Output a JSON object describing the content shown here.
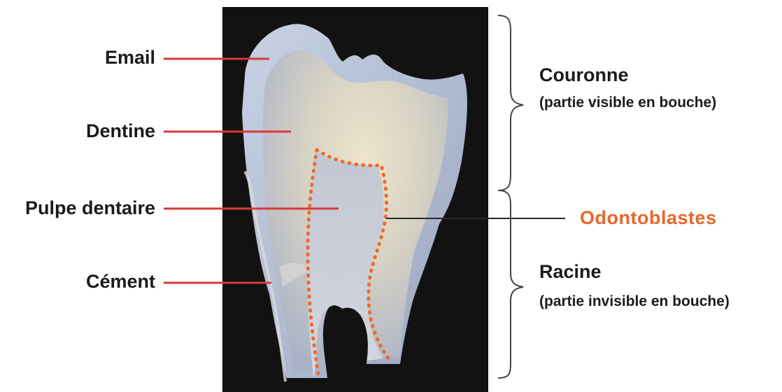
{
  "labels": {
    "email": "Email",
    "dentine": "Dentine",
    "pulpe": "Pulpe dentaire",
    "cement": "Cément",
    "couronne": "Couronne",
    "couronne_sub": "(partie visible en bouche)",
    "odontoblastes": "Odontoblastes",
    "racine": "Racine",
    "racine_sub": "(partie invisible en bouche)"
  },
  "colors": {
    "leader_line": "#d63a3a",
    "odontoblast_line": "#2a2a2a",
    "odontoblast_text": "#e8662a",
    "odontoblast_dots": "#ee6a2c",
    "photo_background": "#121212",
    "brace": "#444444"
  }
}
